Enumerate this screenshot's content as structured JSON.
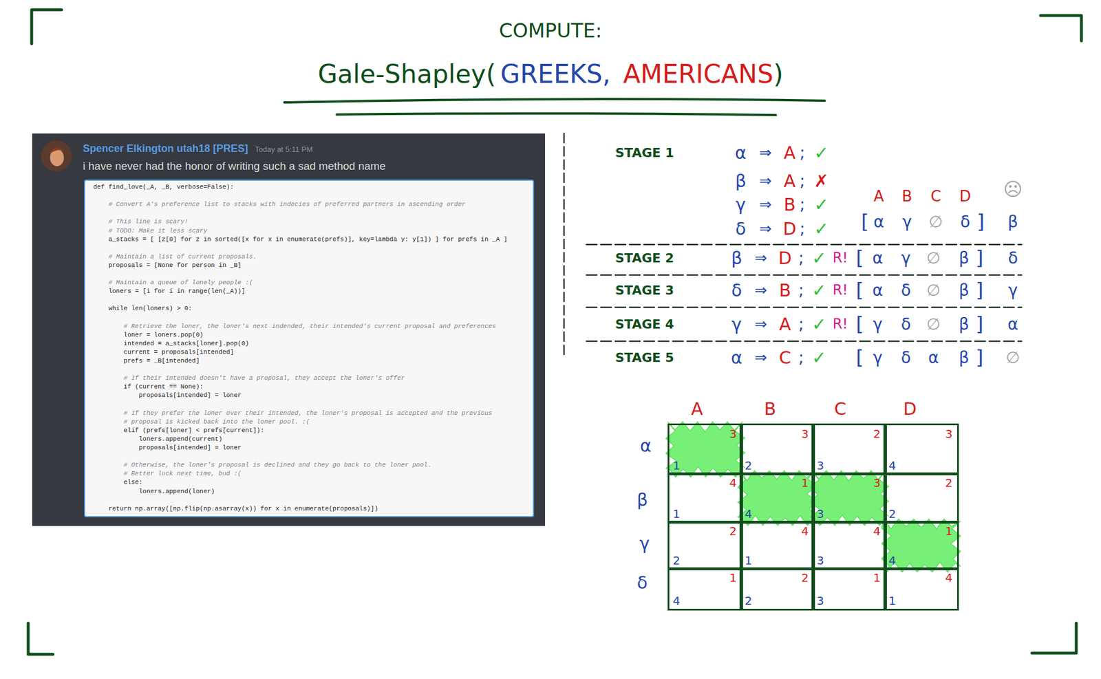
{
  "diagram": {
    "title": "COMPUTE:",
    "nodes": [
      {
        "text": [
          "Spencer Elkington utah18 [PRES]",
          "Today at 5:11 PM",
          "i have never had the honor of writing such a sad method name"
        ]
      },
      {
        "text": [
          "def find_love(_A, _B, verbose=False):",
          "# Convert A's preference list to stacks with indecies of preferred partners in ascending order",
          "# This line is scary!",
          "# TODO: Make it less scary",
          "a_stacks = [ [z[0] for z in sorted([x for x in enumerate(prefs)], key=lambda y: y[1]) ] for prefs in _A ]",
          "# Maintain a list of current proposals.",
          "proposals = [None for person in _B]",
          "# Maintain a queue of lonely people :(",
          "loners = [i for i in range(len(_A))]",
          "while len(loners) > 0:",
          "# Retrieve the loner, the loner's next indended, their intended's current proposal and preferences",
          "loner = loners.pop(0)",
          "intended = a_stacks[loner].pop(0)",
          "current = proposals[intended]",
          "prefs = _B[intended]",
          "# If their intended doesn't have a proposal, they accept the loner's offer",
          "if (current == None):",
          "proposals[intended] = loner",
          "# If they prefer the loner over their intended, the loner's proposal is accepted and the previous",
          "# proposal is kicked back into the loner pool. :(",
          "elif (prefs[loner] < prefs[current]):",
          "loners.append(current)",
          "proposals[intended] = loner",
          "# Otherwise, the loner's proposal is declined and they go back to the loner pool.",
          "# Better luck next time, bud :(",
          "else:",
          "loners.append(loner)",
          "return np.array([np.flip(np.asarray(x)) for x in enumerate(proposals)])"
        ],
        "in": 0
      },
      {
        "text": [
          "3",
          "1"
        ]
      },
      {
        "text": [
          "3",
          "2"
        ]
      },
      {
        "text": [
          "2",
          "3"
        ]
      },
      {
        "text": [
          "3",
          "4"
        ]
      },
      {
        "text": [
          "4",
          "1"
        ]
      },
      {
        "text": [
          "1",
          "4"
        ]
      },
      {
        "text": [
          "3",
          "3"
        ]
      },
      {
        "text": [
          "2",
          "2"
        ]
      },
      {
        "text": [
          "2",
          "2"
        ]
      },
      {
        "text": [
          "4",
          "1"
        ]
      },
      {
        "text": [
          "4",
          "3"
        ]
      },
      {
        "text": [
          "1",
          "4"
        ]
      },
      {
        "text": [
          "1",
          "4"
        ]
      },
      {
        "text": [
          "2",
          "2"
        ]
      },
      {
        "text": [
          "1",
          "3"
        ]
      },
      {
        "text": [
          "4",
          "1"
        ]
      }
    ],
    "labels": [
      "Gale-Shapley(",
      "GREEKS,",
      "AMERICANS",
      ")",
      "STAGE 1",
      "α",
      "⇒",
      "A",
      ";",
      "✓",
      "β",
      "⇒",
      "A",
      ";",
      "✗",
      "γ",
      "⇒",
      "B",
      ";",
      "✓",
      "δ",
      "⇒",
      "D",
      ";",
      "✓",
      "A",
      "B",
      "C",
      "D",
      "☹",
      "[",
      "α",
      "γ",
      "∅",
      "δ",
      "]",
      "β",
      "STAGE 2",
      "β",
      "⇒",
      "D",
      ";",
      "✓",
      "R!",
      "[",
      "α",
      "γ",
      "∅",
      "β",
      "]",
      "δ",
      "STAGE 3",
      "δ",
      "⇒",
      "B",
      ";",
      "✓",
      "R!",
      "[",
      "α",
      "δ",
      "∅",
      "β",
      "]",
      "γ",
      "STAGE 4",
      "γ",
      "⇒",
      "A",
      ";",
      "✓",
      "R!",
      "[",
      "γ",
      "δ",
      "∅",
      "β",
      "]",
      "α",
      "STAGE 5",
      "α",
      "⇒",
      "C",
      ";",
      "✓",
      "[",
      "γ",
      "δ",
      "α",
      "β",
      "]",
      "∅",
      "A",
      "B",
      "C",
      "D",
      "α",
      "β",
      "γ",
      "δ"
    ]
  }
}
